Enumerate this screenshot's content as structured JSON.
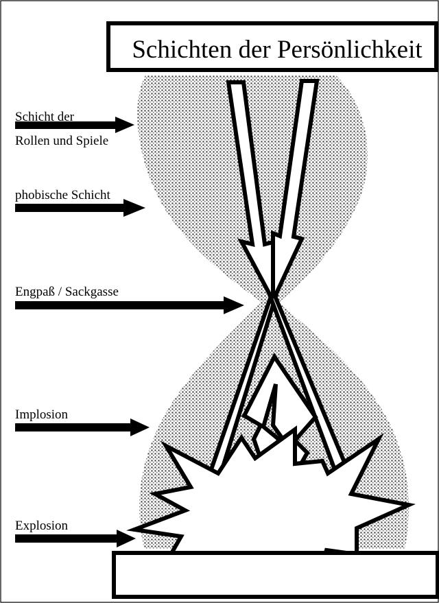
{
  "title": "Schichten der Persönlichkeit",
  "layers": [
    {
      "id": "rollen",
      "lines": [
        "Schicht der",
        "Rollen und Spiele"
      ]
    },
    {
      "id": "phobisch",
      "lines": [
        "phobische Schicht"
      ]
    },
    {
      "id": "engpass",
      "lines": [
        "Engpaß / Sackgasse"
      ]
    },
    {
      "id": "implosion",
      "lines": [
        "Implosion"
      ]
    },
    {
      "id": "explosion",
      "lines": [
        "Explosion"
      ]
    }
  ],
  "colors": {
    "ink": "#000000",
    "paper": "#ffffff",
    "dots": "#555555"
  }
}
